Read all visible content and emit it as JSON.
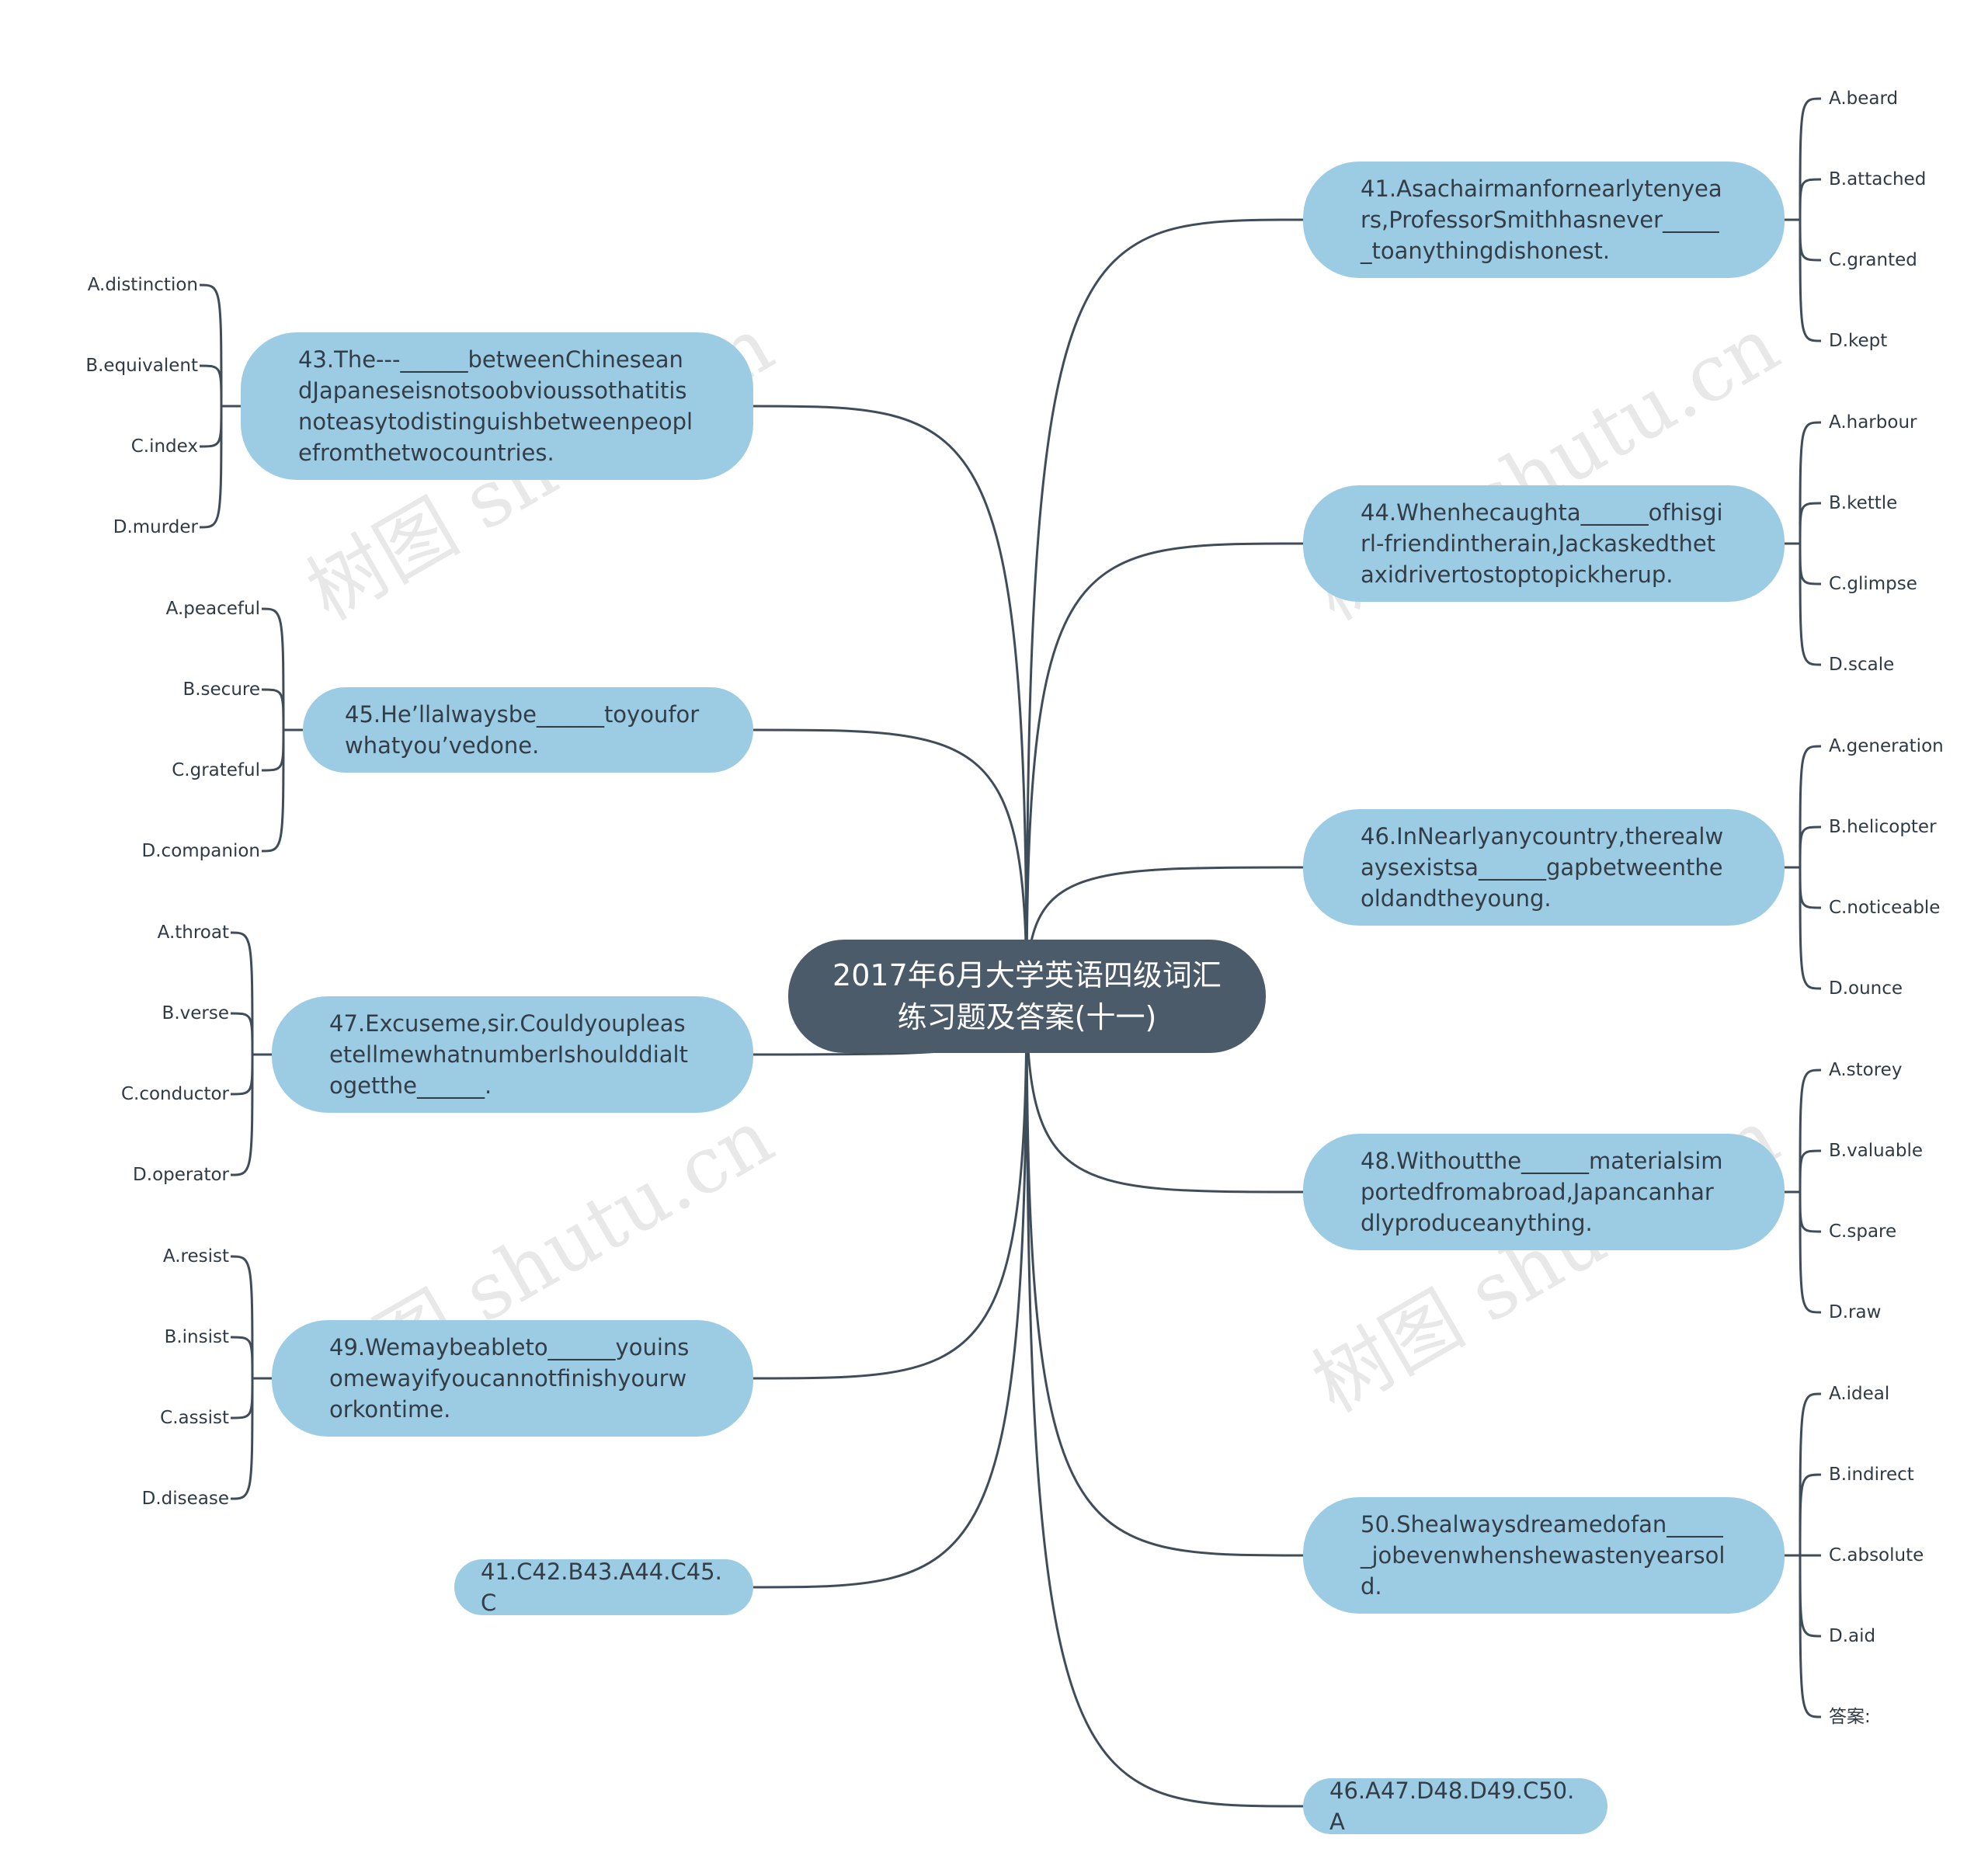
{
  "central": "2017年6月大学英语四级词汇练习题及答案(十一)",
  "watermark": "树图 shutu.cn",
  "topics": [
    {
      "id": "q41",
      "text": "41.Asachairmanfornearlytenyears,ProfessorSmithhasnever______toanythingdishonest.",
      "options": [
        "A.beard",
        "B.attached",
        "C.granted",
        "D.kept"
      ]
    },
    {
      "id": "q44",
      "text": "44.Whenhecaughta______ofhisgirl-friendintherain,Jackaskedthetaxidrivertostoptopickherup.",
      "options": [
        "A.harbour",
        "B.kettle",
        "C.glimpse",
        "D.scale"
      ]
    },
    {
      "id": "q46",
      "text": "46.InNearlyanycountry,therealwaysexistsa______gapbetweentheoldandtheyoung.",
      "options": [
        "A.generation",
        "B.helicopter",
        "C.noticeable",
        "D.ounce"
      ]
    },
    {
      "id": "q48",
      "text": "48.Withoutthe______materialsimportedfromabroad,Japancanhardlyproduceanything.",
      "options": [
        "A.storey",
        "B.valuable",
        "C.spare",
        "D.raw"
      ]
    },
    {
      "id": "q50",
      "text": "50.Shealwaysdreamedofan______jobevenwhenshewastenyearsold.",
      "options": [
        "A.ideal",
        "B.indirect",
        "C.absolute",
        "D.aid",
        "答案:"
      ]
    },
    {
      "id": "ans2",
      "text": "46.A47.D48.D49.C50.A",
      "options": []
    },
    {
      "id": "q43",
      "text": "43.The---______betweenChineseandJapaneseisnotsoobvioussothatitisnoteasytodistinguishbetweenpeoplefromthetwocountries.",
      "options": [
        "A.distinction",
        "B.equivalent",
        "C.index",
        "D.murder"
      ]
    },
    {
      "id": "q45",
      "text": "45.He’llalwaysbe______toyouforwhatyou’vedone.",
      "options": [
        "A.peaceful",
        "B.secure",
        "C.grateful",
        "D.companion"
      ]
    },
    {
      "id": "q47",
      "text": "47.Excuseme,sir.CouldyoupleasetellmewhatnumberIshoulddialtogetthe______.",
      "options": [
        "A.throat",
        "B.verse",
        "C.conductor",
        "D.operator"
      ]
    },
    {
      "id": "q49",
      "text": "49.Wemaybeableto______youinsomewayifyoucannotfinishyourworkontime.",
      "options": [
        "A.resist",
        "B.insist",
        "C.assist",
        "D.disease"
      ]
    },
    {
      "id": "ans1",
      "text": "41.C42.B43.A44.C45.C",
      "options": []
    }
  ]
}
